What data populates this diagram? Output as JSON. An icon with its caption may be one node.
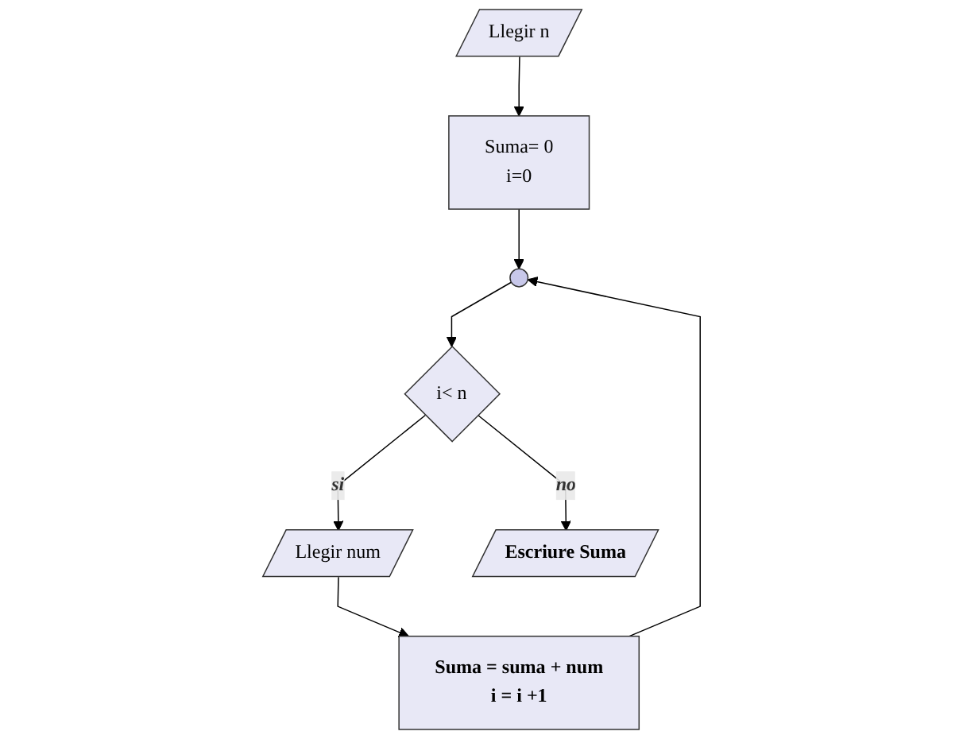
{
  "diagram": {
    "nodes": [
      {
        "text": [
          "Llegir n"
        ]
      },
      {
        "text": [
          "Suma= 0",
          "i=0"
        ]
      },
      {
        "text": [],
        "shape": "circle"
      },
      {
        "text": [
          "i< n"
        ]
      },
      {
        "text": [
          "Llegir num"
        ]
      },
      {
        "text": [
          "Suma = suma + num",
          "i = i +1"
        ]
      },
      {
        "text": [
          "Escriure Suma"
        ]
      }
    ],
    "edges": [
      {
        "from": 0,
        "to": 1,
        "arrow": "to"
      },
      {
        "from": 1,
        "to": 2,
        "arrow": "to"
      },
      {
        "from": 2,
        "to": 3,
        "arrow": "to"
      },
      {
        "from": 3,
        "to": 4,
        "label": "si",
        "arrow": "to"
      },
      {
        "from": 4,
        "to": 5,
        "arrow": "to"
      },
      {
        "from": 5,
        "to": 2,
        "arrow": "to"
      },
      {
        "from": 3,
        "to": 6,
        "label": "no",
        "arrow": "to"
      }
    ]
  }
}
